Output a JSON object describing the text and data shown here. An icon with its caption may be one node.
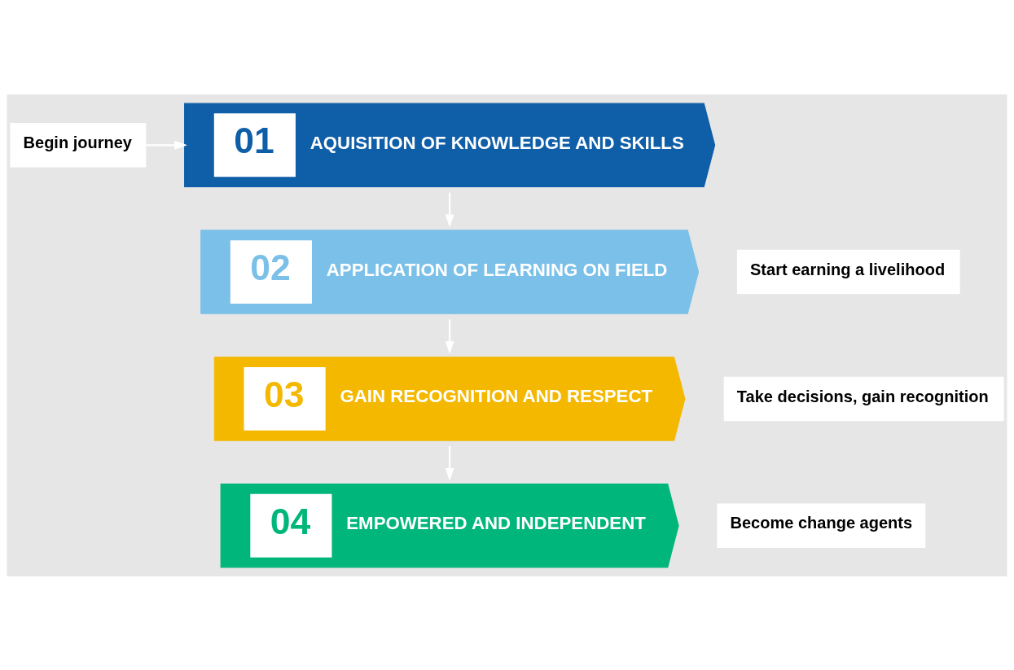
{
  "diagram": {
    "nodes": [
      {
        "text": [
          "Begin journey"
        ]
      },
      {
        "text": [
          "01",
          "AQUISITION OF KNOWLEDGE AND SKILLS"
        ]
      },
      {
        "text": [
          "Start earning a livelihood"
        ]
      },
      {
        "text": [
          "02",
          "APPLICATION OF LEARNING ON FIELD"
        ]
      },
      {
        "text": [
          "Take decisions, gain recognition"
        ]
      },
      {
        "text": [
          "03",
          "GAIN RECOGNITION AND RESPECT"
        ]
      },
      {
        "text": [
          "Become change agents"
        ]
      },
      {
        "text": [
          "04",
          "EMPOWERED AND INDEPENDENT"
        ]
      }
    ],
    "edges": [
      {
        "from": 0,
        "to": 1,
        "arrow": "to"
      },
      {
        "from": 1,
        "to": 3,
        "arrow": "to"
      },
      {
        "from": 3,
        "to": 5,
        "arrow": "to"
      },
      {
        "from": 5,
        "to": 7,
        "arrow": "to"
      }
    ]
  }
}
